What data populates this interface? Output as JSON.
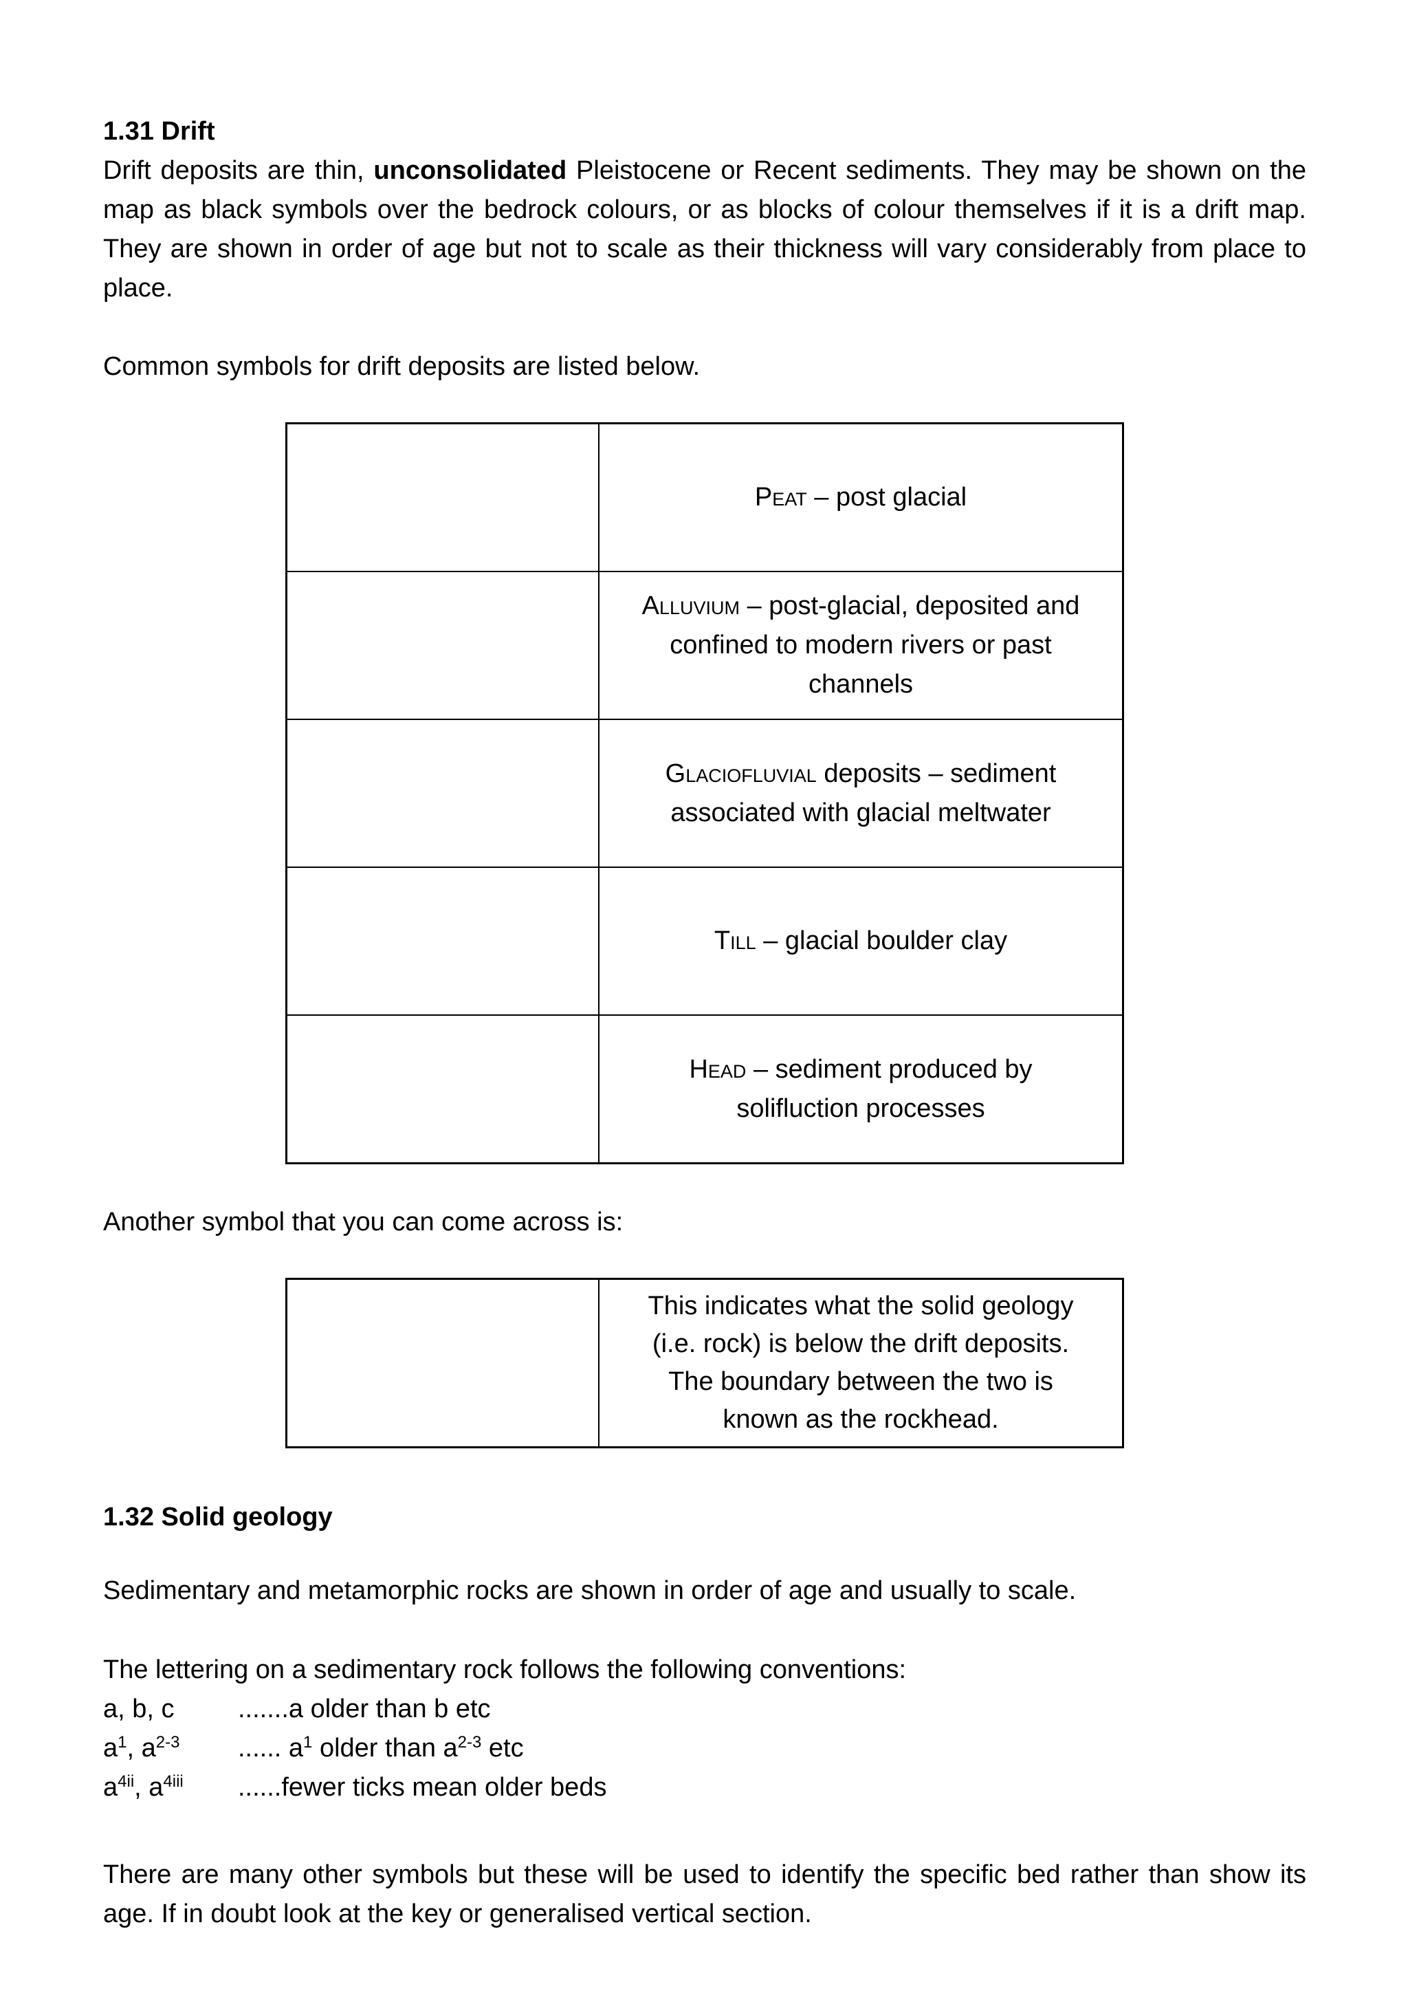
{
  "doc": {
    "s1": {
      "heading": "1.31 Drift",
      "para_before": "Drift deposits are thin, ",
      "para_bold": "unconsolidated",
      "para_after": " Pleistocene or Recent sediments. They may be shown on the map as black symbols over the bedrock colours, or as blocks of colour themselves if it is a drift map. They are shown in order of age but not to scale as their thickness will vary considerably from place to place.",
      "symbols_intro": "Common symbols for drift deposits are listed below.",
      "drift_rows": [
        {
          "term": "Peat",
          "rest": " – post glacial"
        },
        {
          "term": "Alluvium",
          "rest": " – post-glacial, deposited and",
          "line2": "confined to modern rivers or past",
          "line3": "channels"
        },
        {
          "term": "Glaciofluvial",
          "rest": " deposits – sediment",
          "line2": "associated with glacial meltwater"
        },
        {
          "term": "Till",
          "rest": " – glacial boulder clay"
        },
        {
          "term": "Head",
          "rest": " – sediment produced by",
          "line2": "solifluction processes"
        }
      ],
      "another_intro": "Another symbol that you can come across is:",
      "rockhead_lines": [
        "This indicates what the solid geology",
        "(i.e. rock) is below the drift deposits.",
        "The boundary between the two is",
        "known as the rockhead."
      ]
    },
    "s2": {
      "heading": "1.32 Solid geology",
      "para_scale": "Sedimentary and metamorphic rocks are shown in order of age and usually to scale.",
      "para_lettering": "The lettering on a sedimentary rock follows the following conventions:",
      "conv": [
        {
          "t1": "a, b, c",
          "d1": ".......a older than b etc"
        },
        {
          "t1": "a",
          "ts1": "1",
          "t2": ", a",
          "ts2": "2-3",
          "d1": "...... a",
          "ds1": "1",
          "d2": " older than a",
          "ds2": "2-3",
          "d3": " etc"
        },
        {
          "t1": "a",
          "ts1": "4ii",
          "t2": ", a",
          "ts2": "4iii",
          "d1": "......fewer ticks mean older beds"
        }
      ],
      "para_final": "There are many other symbols but these will be used to identify the specific bed rather than show its age. If in doubt look at the key or generalised vertical section."
    }
  }
}
